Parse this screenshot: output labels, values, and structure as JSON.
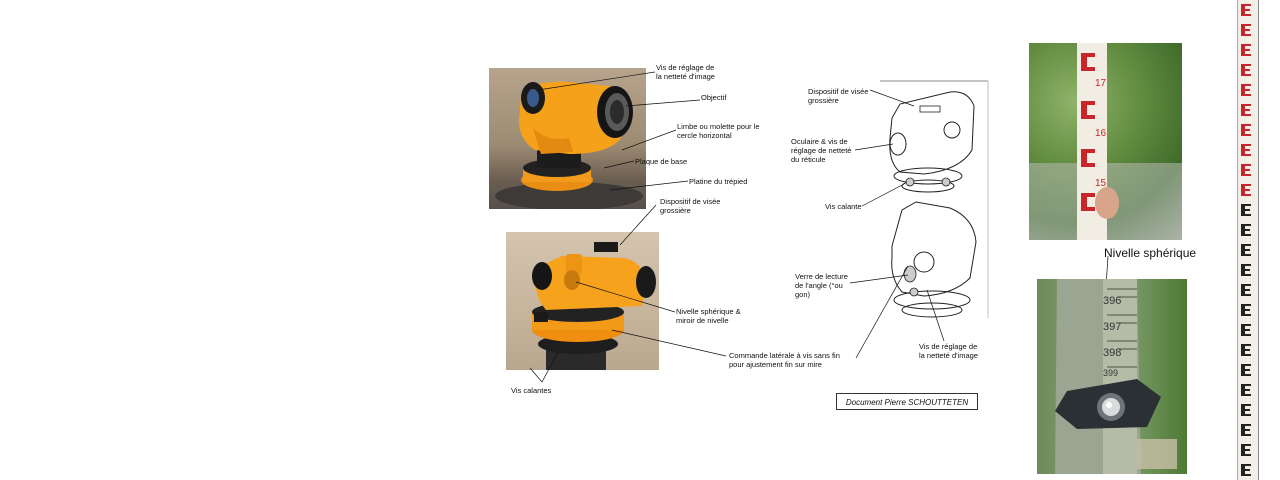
{
  "top_photo_labels": {
    "focus_screw": "Vis de réglage de\nla netteté d'image",
    "objective": "Objectif",
    "limb": "Limbe ou molette pour le\ncercle horizontal",
    "base_plate": "Plaque de base",
    "tripod_plate": "Platine du trépied"
  },
  "bottom_photo_labels": {
    "coarse_sight": "Dispositif de visée\ngrossière",
    "spherical_level": "Nivelle sphérique &\nmiroir de nivelle",
    "lateral_control": "Commande latérale à vis sans fin\npour ajustement fin sur mire",
    "leveling_screws": "Vis calantes"
  },
  "drawing_labels": {
    "coarse_sight": "Dispositif de visée\ngrossière",
    "eyepiece": "Oculaire & vis de\nréglage de netteté\ndu réticule",
    "leveling_screws": "Vis calante",
    "reading_glass": "Verre de lecture\nde l'angle (°ou\ngon)",
    "focus_screw": "Vis de réglage de\nla netteté d'image",
    "credit": "Document Pierre SCHOUTTETEN"
  },
  "staff_photo": {
    "numbers": [
      "17",
      "16",
      "15"
    ]
  },
  "level_photo": {
    "caption": "Nivelle sphérique",
    "numbers": [
      "396",
      "397",
      "398",
      "399"
    ]
  },
  "colors": {
    "instrument_orange": "#f59a16",
    "staff_red": "#c8262a",
    "foliage": "#5f8a3e"
  }
}
